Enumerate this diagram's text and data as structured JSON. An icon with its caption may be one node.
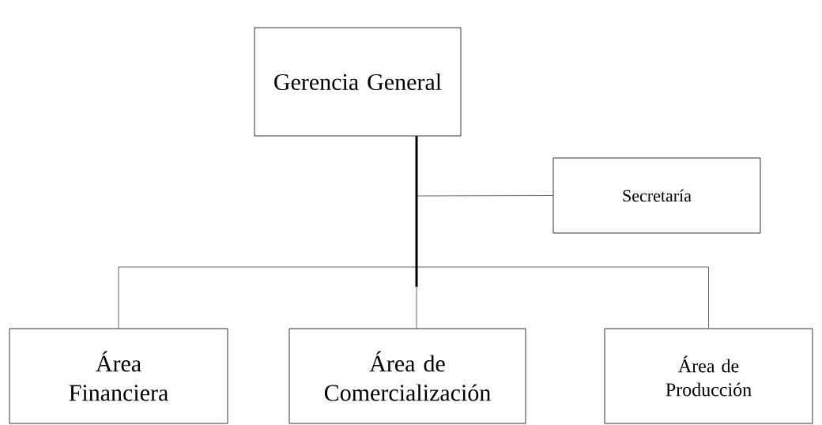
{
  "diagram": {
    "nodes": [
      {
        "text": [
          "Gerencia General"
        ]
      },
      {
        "text": [
          "Secretaría"
        ]
      },
      {
        "text": [
          "Área Financiera"
        ]
      },
      {
        "text": [
          "Área de Comercialización"
        ]
      },
      {
        "text": [
          "Área de Producción"
        ]
      }
    ],
    "edges": [
      {
        "from": 0,
        "to": 1,
        "arrow": "none"
      },
      {
        "from": 0,
        "to": 2,
        "arrow": "none"
      },
      {
        "from": 0,
        "to": 3,
        "arrow": "none"
      },
      {
        "from": 0,
        "to": 4,
        "arrow": "none"
      }
    ]
  }
}
